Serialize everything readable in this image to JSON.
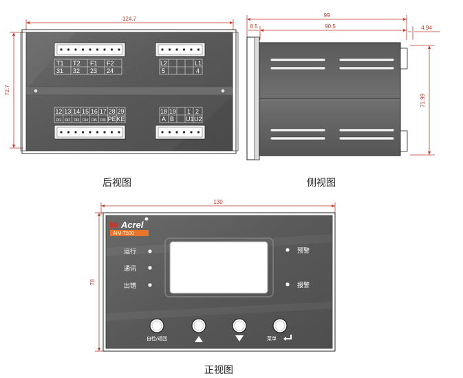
{
  "rear_view": {
    "caption": "后视图",
    "width_dim": "124.7",
    "height_dim": "72.7",
    "top_left_terminals": {
      "row1": [
        "T1",
        "T2",
        "F1",
        "F2"
      ],
      "row2": [
        "31",
        "32",
        "23",
        "24"
      ]
    },
    "top_right_terminals": {
      "row1": [
        "L2",
        "L1"
      ],
      "row2": [
        "5",
        "4"
      ]
    },
    "bottom_left_terminals": {
      "row1": [
        "12",
        "13",
        "14",
        "15",
        "16",
        "17",
        "28",
        "29"
      ],
      "row2": [
        "DI1",
        "DI2",
        "DI3",
        "DI4",
        "DI5",
        "DI6",
        "PE",
        "KE"
      ]
    },
    "bottom_right_terminals": {
      "row1": [
        "18",
        "19",
        "1",
        "2"
      ],
      "row2": [
        "A",
        "B",
        "U1",
        "U2"
      ]
    }
  },
  "side_view": {
    "caption": "侧视图",
    "total_dim": "99",
    "front_dim": "8.5",
    "body_dim": "90.5",
    "connector_dim": "4.94",
    "height_dim": "71.99"
  },
  "front_view": {
    "caption": "正视图",
    "width_dim": "130",
    "height_dim": "78",
    "brand": "Acrel",
    "model": "AIM-T500",
    "left_indicators": [
      "运行",
      "通讯",
      "出错"
    ],
    "right_indicators": [
      "预警",
      "报警"
    ],
    "buttons": [
      "自检/返回",
      "▲",
      "▼",
      "菜单"
    ]
  },
  "colors": {
    "dimension": "#c0392b",
    "panel": "#5f5f5f",
    "brand_orange": "#e8732a"
  }
}
